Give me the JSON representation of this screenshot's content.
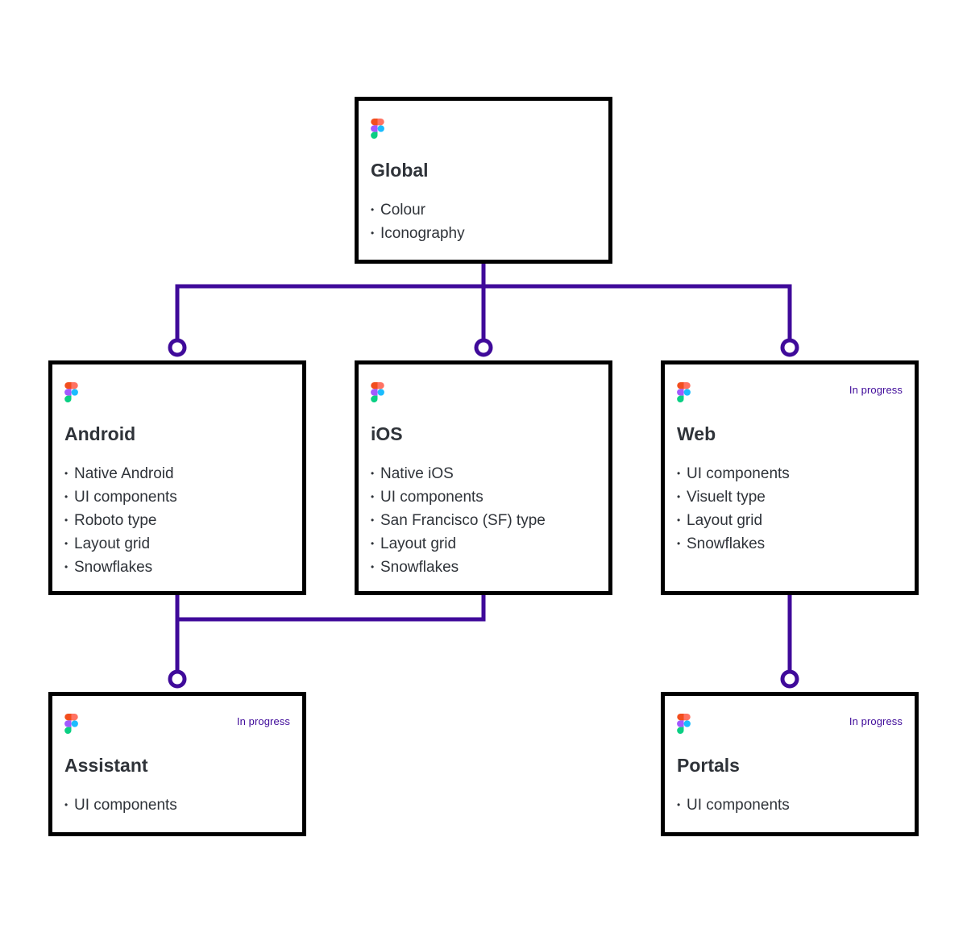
{
  "colors": {
    "connector": "#3f0a9a",
    "card_border": "#000000",
    "status": "#3f0a9a",
    "text": "#2f3339"
  },
  "cards": {
    "global": {
      "icon": "figma-icon",
      "title": "Global",
      "status": "",
      "items": [
        "Colour",
        "Iconography"
      ]
    },
    "android": {
      "icon": "figma-icon",
      "title": "Android",
      "status": "",
      "items": [
        "Native Android",
        "UI components",
        "Roboto type",
        "Layout grid",
        "Snowflakes"
      ]
    },
    "ios": {
      "icon": "figma-icon",
      "title": "iOS",
      "status": "",
      "items": [
        "Native iOS",
        "UI components",
        "San Francisco (SF) type",
        "Layout grid",
        "Snowflakes"
      ]
    },
    "web": {
      "icon": "figma-icon",
      "title": "Web",
      "status": "In progress",
      "items": [
        "UI components",
        "Visuelt type",
        "Layout grid",
        "Snowflakes"
      ]
    },
    "assistant": {
      "icon": "figma-icon",
      "title": "Assistant",
      "status": "In progress",
      "items": [
        "UI components"
      ]
    },
    "portals": {
      "icon": "figma-icon",
      "title": "Portals",
      "status": "In progress",
      "items": [
        "UI components"
      ]
    }
  }
}
